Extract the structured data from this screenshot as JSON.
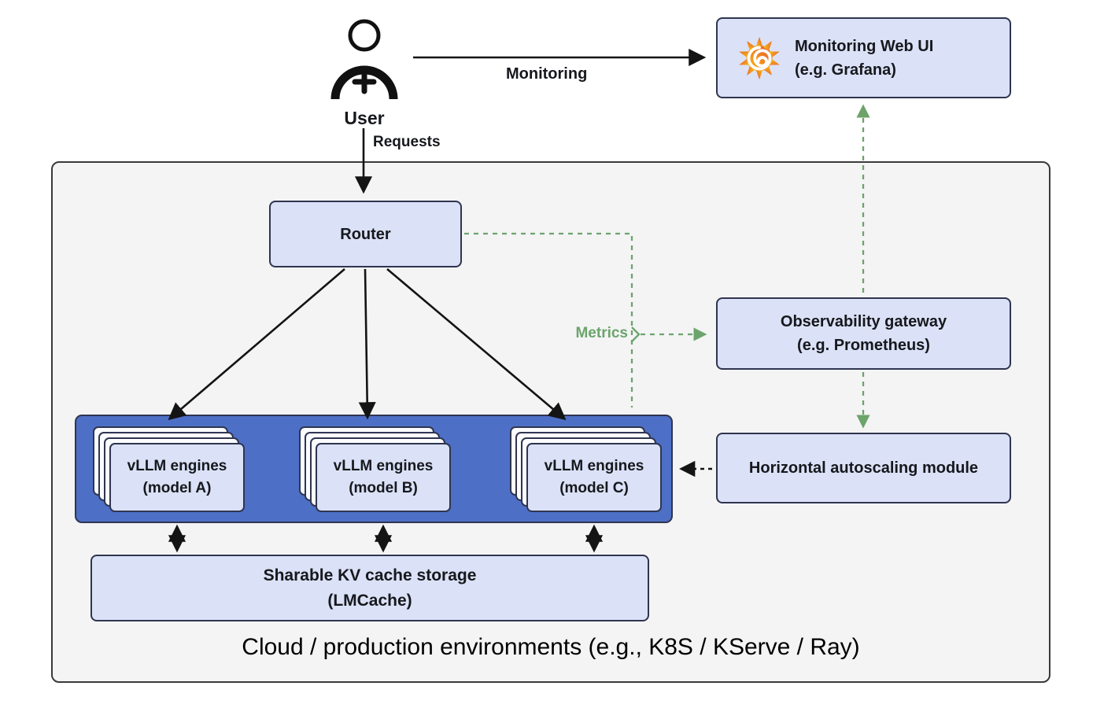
{
  "labels": {
    "user": "User",
    "requests": "Requests",
    "monitoring": "Monitoring",
    "metrics": "Metrics",
    "caption": "Cloud / production environments (e.g., K8S / KServe / Ray)"
  },
  "nodes": {
    "monitoring_ui": {
      "line1": "Monitoring Web UI",
      "line2": "(e.g. Grafana)"
    },
    "router": {
      "label": "Router"
    },
    "observability_gateway": {
      "line1": "Observability gateway",
      "line2": "(e.g. Prometheus)"
    },
    "autoscaling": {
      "label": "Horizontal autoscaling module"
    },
    "engines": [
      {
        "line1": "vLLM engines",
        "line2": "(model A)"
      },
      {
        "line1": "vLLM engines",
        "line2": "(model B)"
      },
      {
        "line1": "vLLM engines",
        "line2": "(model C)"
      }
    ],
    "kv_cache": {
      "line1": "Sharable KV cache storage",
      "line2": "(LMCache)"
    }
  },
  "icons": {
    "user": "user-icon",
    "grafana": "grafana-logo"
  },
  "colors": {
    "node_fill": "#dbe1f6",
    "node_border": "#2f3550",
    "ghost_fill": "#fbfcff",
    "engines_fill": "#4d6fc6",
    "outer_fill": "#f4f4f5",
    "green": "#6ca46c",
    "ink": "#16181d"
  }
}
